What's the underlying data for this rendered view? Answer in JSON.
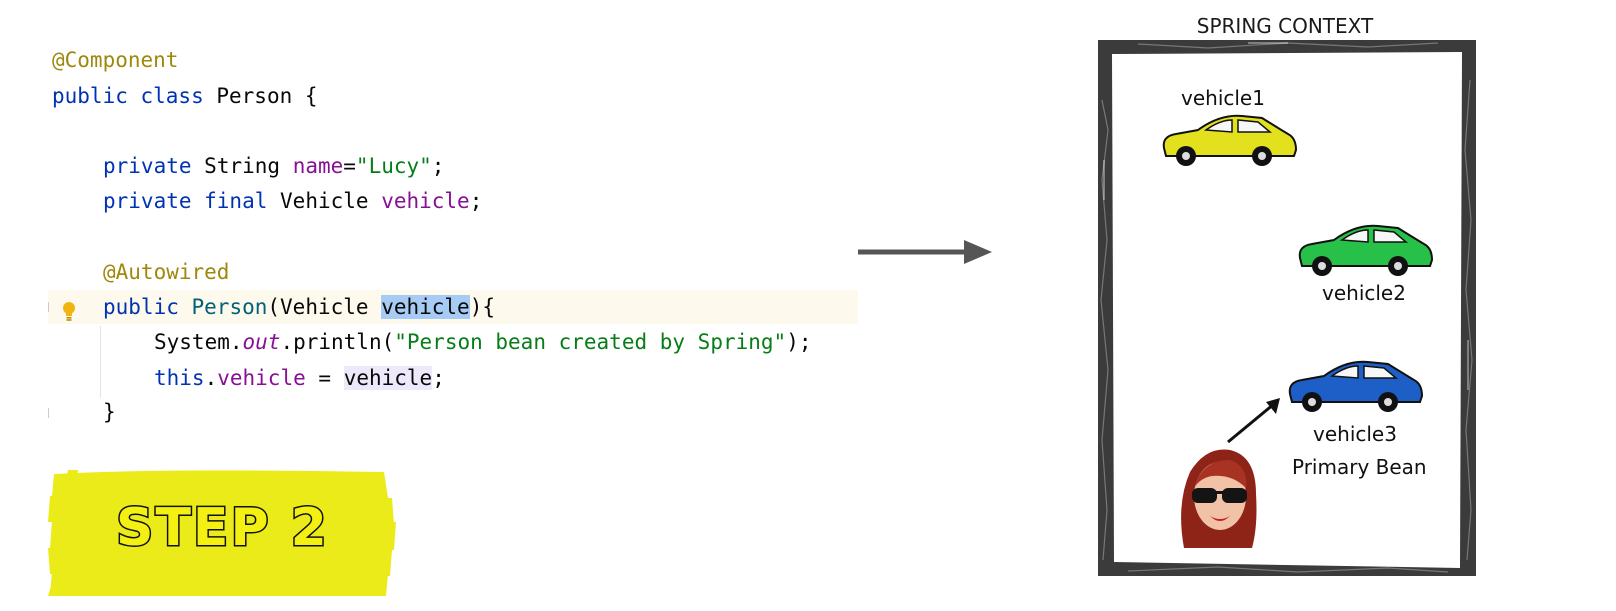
{
  "code": {
    "component_annotation": "@Component",
    "class_keywords": "public class",
    "class_name": "Person",
    "open_brace": " {",
    "field1": {
      "modifiers": "private",
      "type": "String",
      "name": "name",
      "eq": "=",
      "value": "\"Lucy\"",
      "end": ";"
    },
    "field2": {
      "modifiers": "private final",
      "type": "Vehicle",
      "name": "vehicle",
      "end": ";"
    },
    "autowired_annotation": "@Autowired",
    "constructor": {
      "modifier": "public",
      "name": "Person",
      "open": "(",
      "param_type": "Vehicle",
      "param_name": "vehicle",
      "close": "){"
    },
    "println": {
      "receiver": "System.",
      "field": "out",
      "call": ".println(",
      "arg": "\"Person bean created by Spring\"",
      "end": ");"
    },
    "assign": {
      "this_kw": "this",
      "dot": ".",
      "field": "vehicle",
      "eq": " = ",
      "value": "vehicle",
      "end": ";"
    },
    "close_brace": "}"
  },
  "step": {
    "label": "STEP 2",
    "highlight_color": "#eceb1a"
  },
  "context": {
    "title": "SPRING CONTEXT",
    "beans": [
      {
        "label": "vehicle1",
        "color": "#e3e11e"
      },
      {
        "label": "vehicle2",
        "color": "#27c14a"
      },
      {
        "label": "vehicle3",
        "color": "#1e5fc7"
      }
    ],
    "primary_label": "Primary Bean"
  },
  "icons": [
    "bulb-icon",
    "right-arrow-icon",
    "car-icon",
    "woman-avatar-icon",
    "pointer-arrow-icon"
  ]
}
